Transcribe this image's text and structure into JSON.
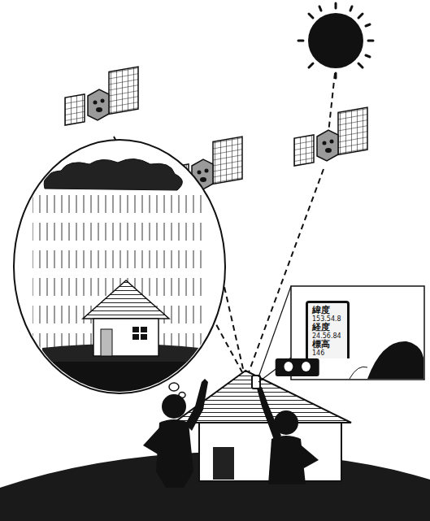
{
  "diagram": {
    "nodes": [
      {
        "text": [
          "緯度",
          "153.54.8",
          "経度",
          "24.56.84",
          "標高",
          "146"
        ]
      }
    ]
  }
}
